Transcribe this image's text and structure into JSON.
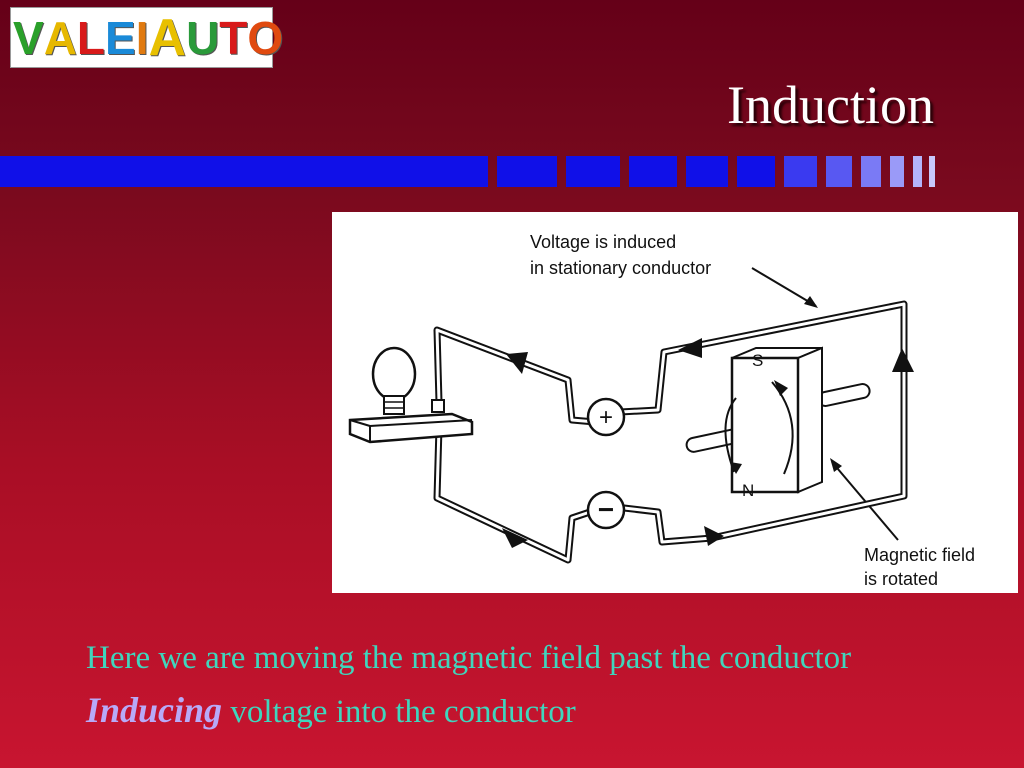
{
  "logo": {
    "letters": [
      {
        "ch": "V",
        "color": "#2aa02a"
      },
      {
        "ch": "A",
        "color": "#e6b800"
      },
      {
        "ch": "L",
        "color": "#d81a1a"
      },
      {
        "ch": "E",
        "color": "#1a8ad8"
      },
      {
        "ch": "I",
        "color": "#e07a10"
      },
      {
        "ch": "A",
        "color": "#e8c000"
      },
      {
        "ch": "U",
        "color": "#2a9a3a"
      },
      {
        "ch": "T",
        "color": "#d81a1a"
      },
      {
        "ch": "O",
        "color": "#e04a10"
      }
    ]
  },
  "slide": {
    "title": "Induction"
  },
  "diagram": {
    "label_voltage_line1": "Voltage is induced",
    "label_voltage_line2": "in stationary conductor",
    "label_field_line1": "Magnetic field",
    "label_field_line2": "is rotated",
    "plus_sign": "+",
    "minus_sign": "−",
    "pole_south": "S",
    "pole_north": "N"
  },
  "caption": {
    "line1": "Here we are moving the magnetic field past the conductor",
    "emphasis": "Inducing",
    "line2_rest": " voltage into the conductor"
  },
  "colors": {
    "bar_blue": "#1010e8",
    "caption_text": "#3fd6bd",
    "caption_emphasis": "#b8aaf8"
  }
}
